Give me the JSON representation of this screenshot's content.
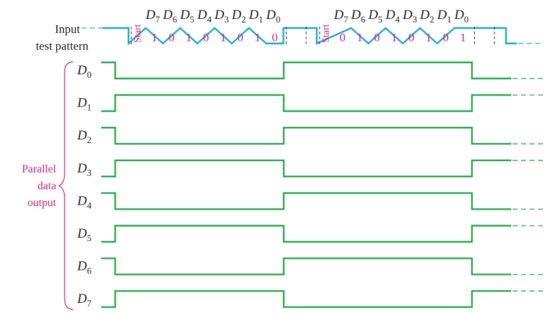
{
  "input": {
    "label_line1": "Input",
    "label_line2": "test pattern",
    "frames": [
      {
        "start_label": "Start",
        "bit_labels": [
          "D7",
          "D6",
          "D5",
          "D4",
          "D3",
          "D2",
          "D1",
          "D0"
        ],
        "bits": [
          "1",
          "0",
          "1",
          "0",
          "1",
          "0",
          "1",
          "0"
        ]
      },
      {
        "start_label": "Start",
        "bit_labels": [
          "D7",
          "D6",
          "D5",
          "D4",
          "D3",
          "D2",
          "D1",
          "D0"
        ],
        "bits": [
          "0",
          "1",
          "0",
          "1",
          "0",
          "1",
          "0",
          "1"
        ]
      }
    ]
  },
  "output": {
    "group_label": [
      "Parallel",
      "data",
      "output"
    ],
    "signals": [
      {
        "name": "D",
        "sub": "0",
        "levels": [
          1,
          0,
          1,
          0
        ]
      },
      {
        "name": "D",
        "sub": "1",
        "levels": [
          0,
          1,
          0,
          1
        ]
      },
      {
        "name": "D",
        "sub": "2",
        "levels": [
          1,
          0,
          1,
          0
        ]
      },
      {
        "name": "D",
        "sub": "3",
        "levels": [
          0,
          1,
          0,
          1
        ]
      },
      {
        "name": "D",
        "sub": "4",
        "levels": [
          1,
          0,
          1,
          0
        ]
      },
      {
        "name": "D",
        "sub": "5",
        "levels": [
          0,
          1,
          0,
          1
        ]
      },
      {
        "name": "D",
        "sub": "6",
        "levels": [
          1,
          0,
          1,
          0
        ]
      },
      {
        "name": "D",
        "sub": "7",
        "levels": [
          0,
          1,
          0,
          1
        ]
      }
    ]
  },
  "colors": {
    "input_wave": "#1aa8d8",
    "output_wave": "#2aa84a",
    "accent": "#cc1f7a",
    "text": "#1a1a1a",
    "guide": "#333333"
  }
}
